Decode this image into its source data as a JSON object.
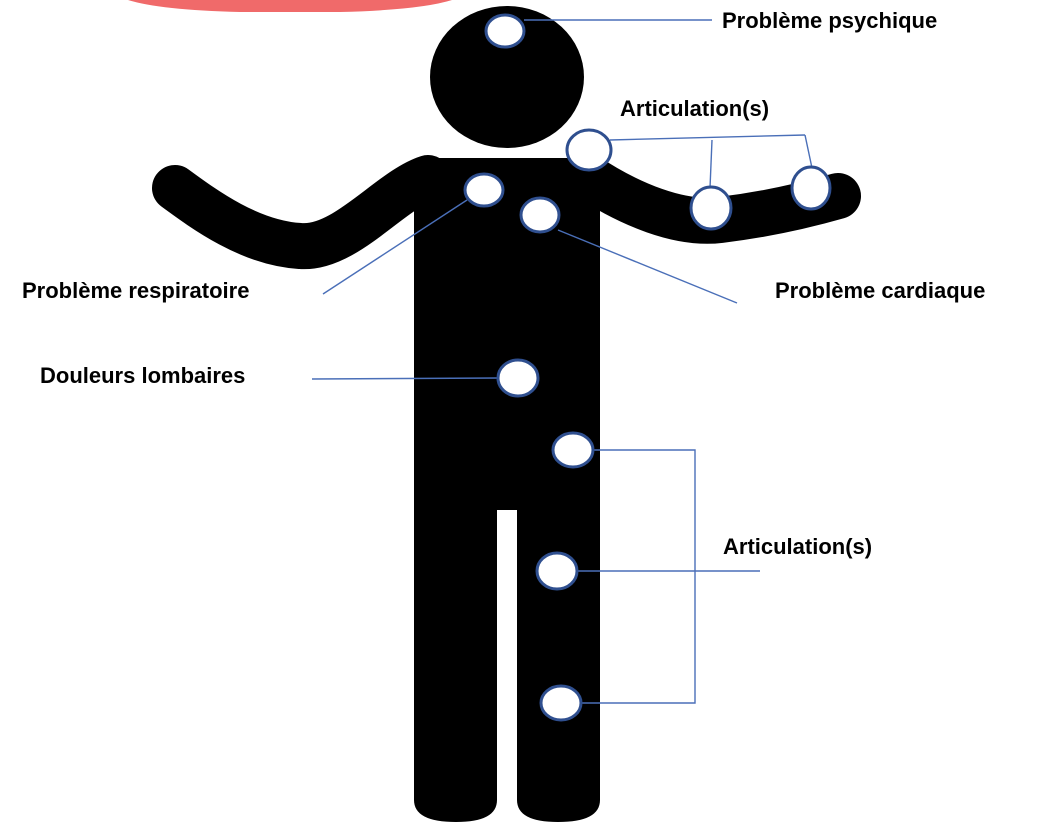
{
  "colors": {
    "figure": "#000000",
    "marker_fill": "#ffffff",
    "marker_stroke": "#2f4f8f",
    "leader_line": "#4a6fb8",
    "top_banner": "#f06a6a",
    "label_text": "#000000"
  },
  "labels": {
    "psychique": "Problème psychique",
    "articulation_top": "Articulation(s)",
    "respiratoire": "Problème respiratoire",
    "cardiaque": "Problème cardiaque",
    "lombaires": "Douleurs lombaires",
    "articulation_bottom": "Articulation(s)"
  }
}
